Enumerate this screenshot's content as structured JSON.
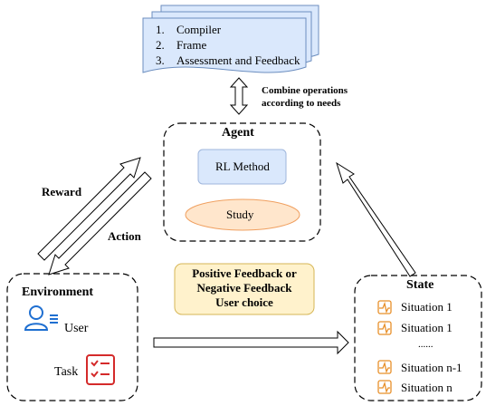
{
  "document": {
    "items": [
      "1.",
      "2.",
      "3."
    ],
    "labels": [
      "Compiler",
      "Frame",
      "Assessment and Feedback"
    ]
  },
  "combine_label": [
    "Combine operations",
    "according to needs"
  ],
  "agent": {
    "title": "Agent",
    "method": "RL Method",
    "study": "Study"
  },
  "reward_label": "Reward",
  "action_label": "Action",
  "feedback_box": [
    "Positive Feedback or",
    "Negative Feedback",
    "User choice"
  ],
  "environment": {
    "title": "Environment",
    "user": "User",
    "task": "Task"
  },
  "state": {
    "title": "State",
    "items": [
      "Situation 1",
      "Situation 1",
      "......",
      "Situation n-1",
      "Situation n"
    ]
  },
  "colors": {
    "doc_fill": "#dae8fc",
    "doc_stroke": "#6c8ebf",
    "method_fill": "#dae8fc",
    "study_fill": "#ffe6cc",
    "study_stroke": "#f0a060",
    "feedback_fill": "#fff2cc",
    "feedback_stroke": "#d6b656",
    "user_icon": "#1f6fd1",
    "task_icon": "#d42a2a",
    "situation_icon": "#e8902a"
  }
}
